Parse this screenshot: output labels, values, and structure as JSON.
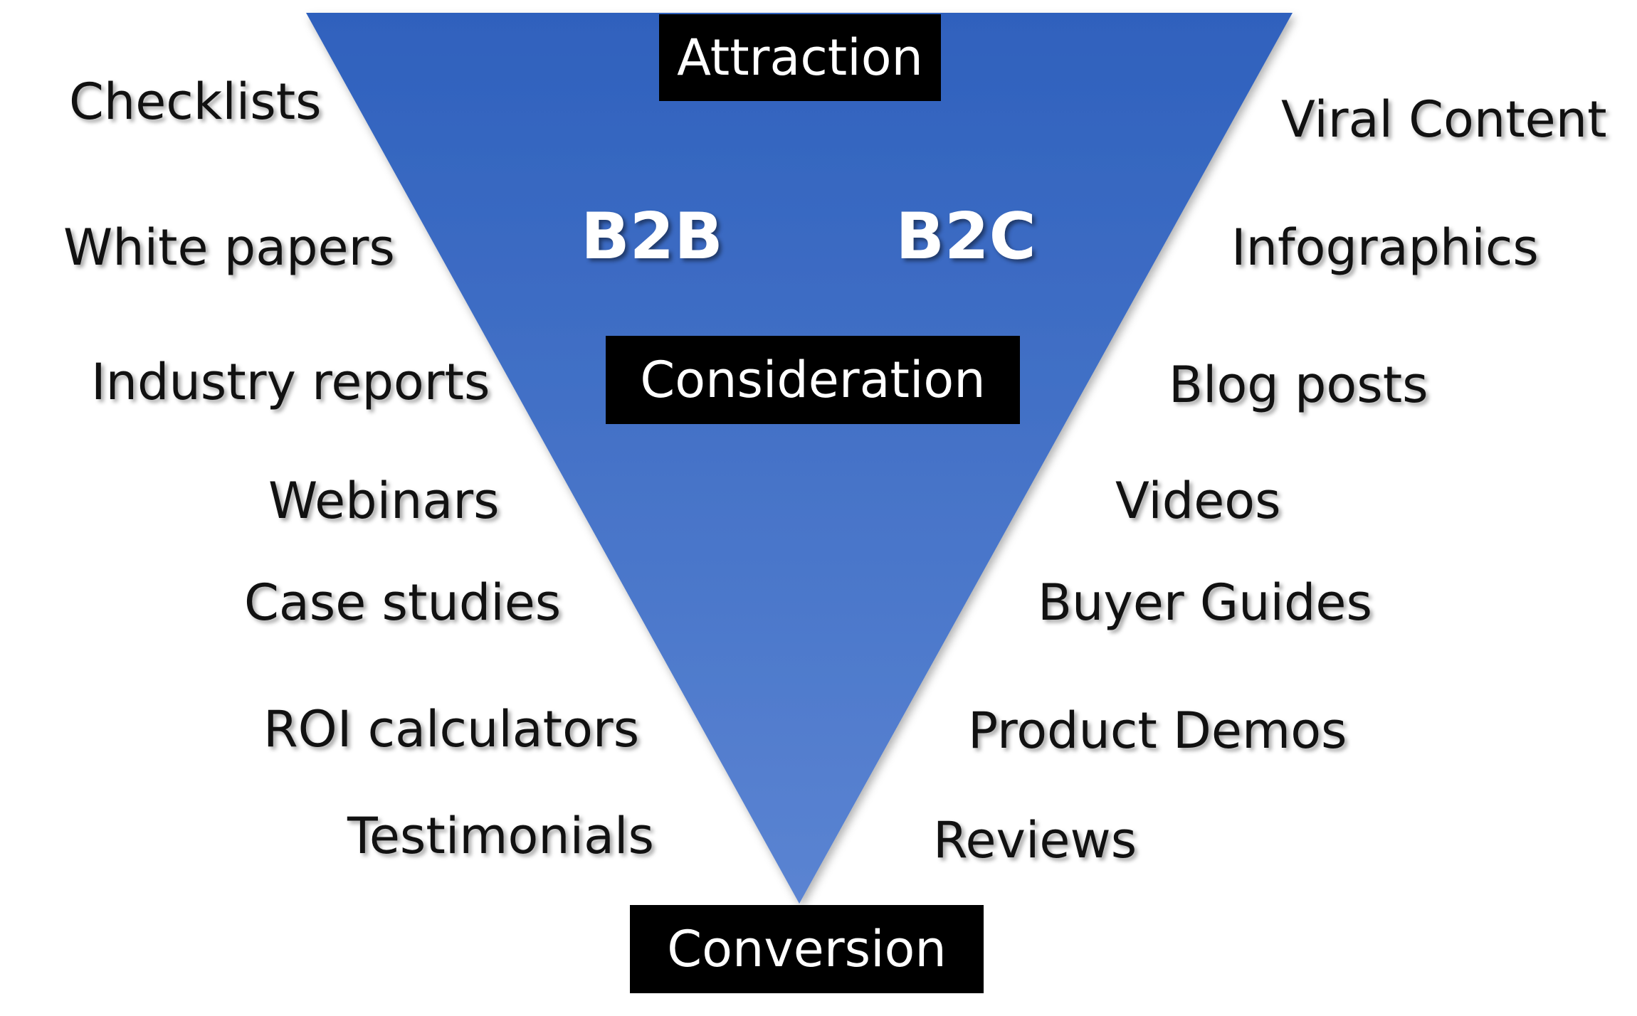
{
  "funnel": {
    "colors": {
      "top": "#2f61bd",
      "bottom": "#5b84d2",
      "box": "#000000",
      "text_on_box": "#ffffff",
      "side_text": "#111111"
    },
    "stages": {
      "top": "Attraction",
      "middle": "Consideration",
      "bottom": "Conversion"
    },
    "segments": {
      "left": "B2B",
      "right": "B2C"
    }
  },
  "b2b_items": [
    "Checklists",
    "White papers",
    "Industry reports",
    "Webinars",
    "Case studies",
    "ROI calculators",
    "Testimonials"
  ],
  "b2c_items": [
    "Viral Content",
    "Infographics",
    "Blog posts",
    "Videos",
    "Buyer Guides",
    "Product Demos",
    "Reviews"
  ]
}
